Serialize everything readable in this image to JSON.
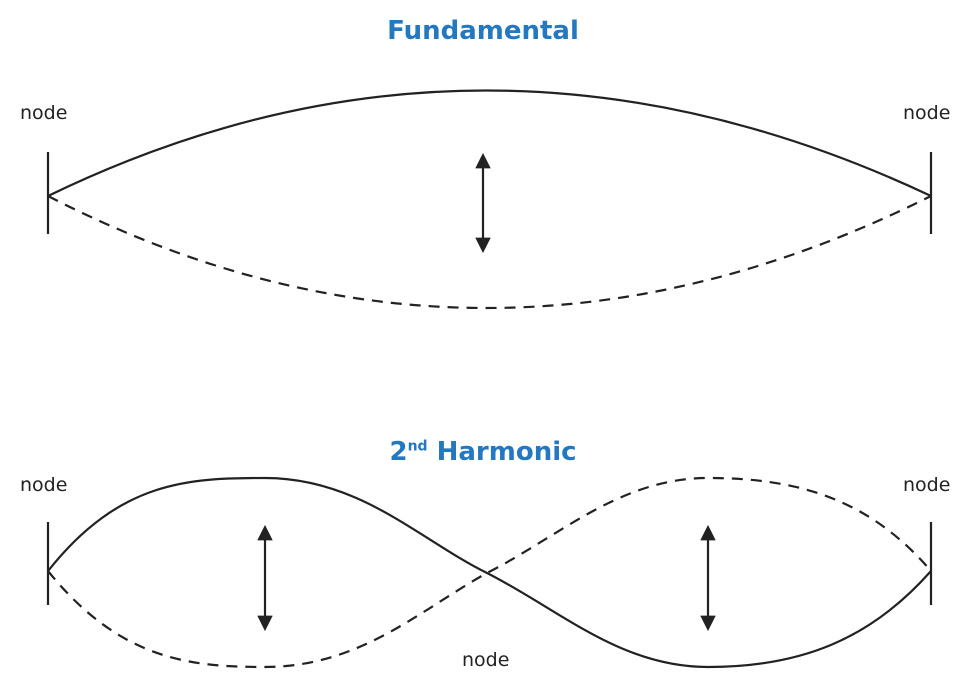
{
  "fundamental": {
    "title": "Fundamental",
    "node_left": "node",
    "node_right": "node"
  },
  "second_harmonic": {
    "title_num": "2",
    "title_sup": "nd",
    "title_rest": " Harmonic",
    "node_left": "node",
    "node_right": "node",
    "node_middle": "node"
  },
  "colors": {
    "title": "#2478c0",
    "lines": "#222222"
  }
}
